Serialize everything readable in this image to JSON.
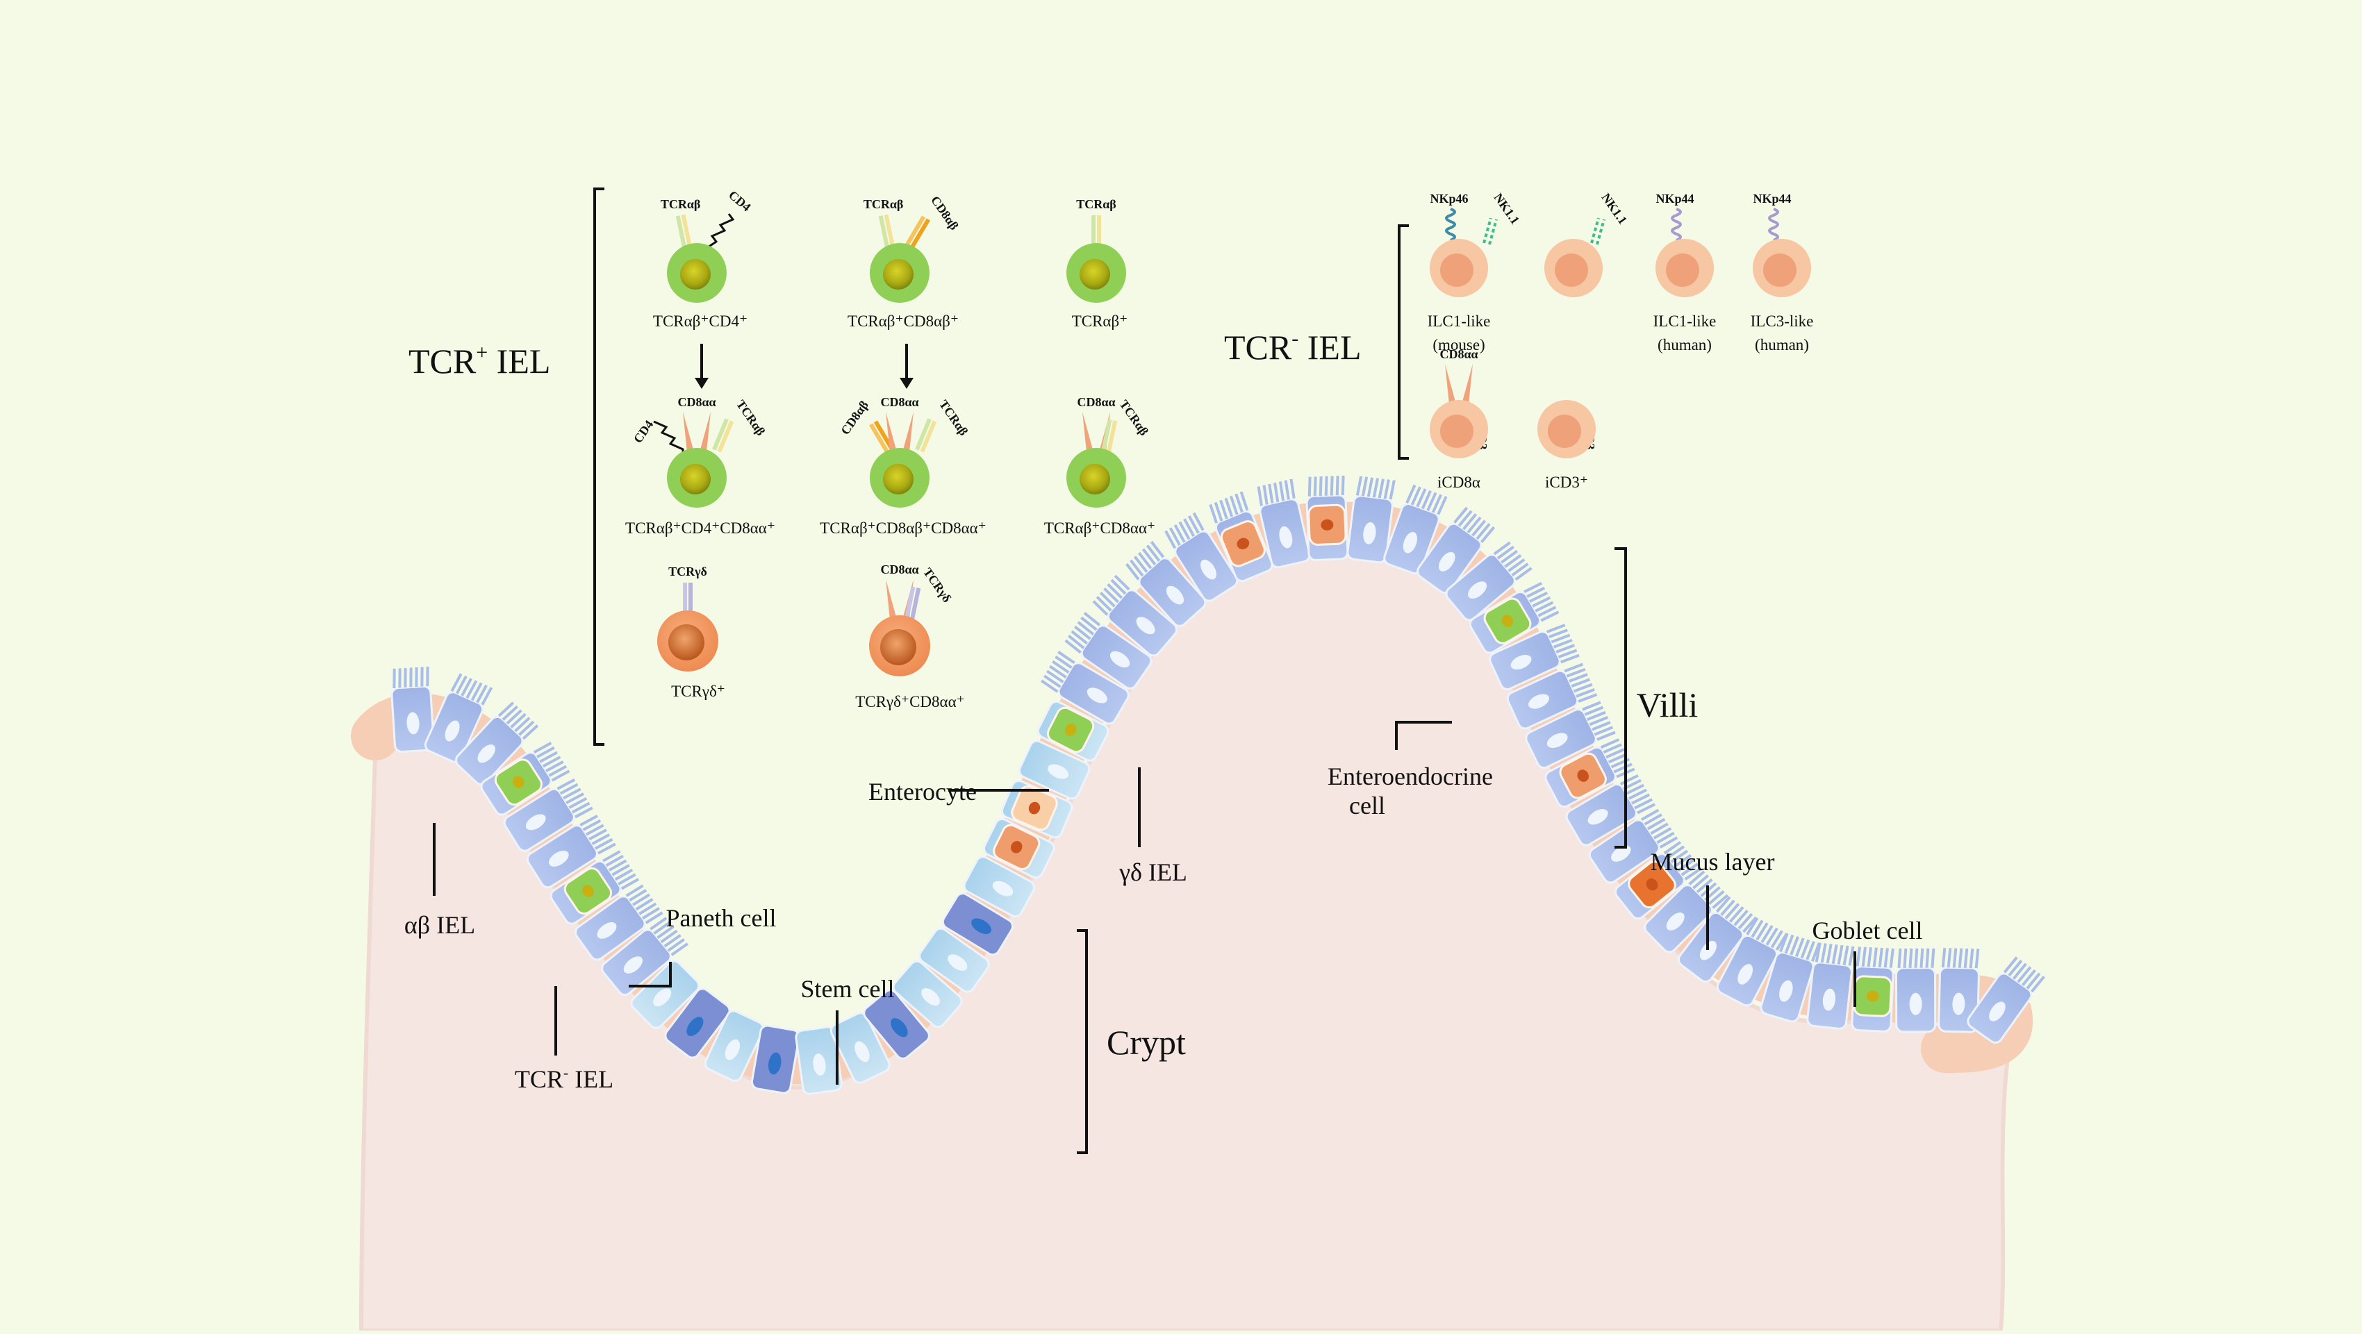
{
  "tcr_pos": {
    "title_main": "TCR",
    "title_sup": "+",
    "title_tail": " IEL",
    "cells": [
      {
        "label": "TCRαβ⁺CD4⁺",
        "receptors": [
          "TCRαβ",
          "CD4"
        ]
      },
      {
        "label": "TCRαβ⁺CD8αβ⁺",
        "receptors": [
          "TCRαβ",
          "CD8αβ"
        ]
      },
      {
        "label": "TCRαβ⁺",
        "receptors": [
          "TCRαβ"
        ]
      },
      {
        "label": "TCRαβ⁺CD4⁺CD8αα⁺",
        "receptors": [
          "CD4",
          "CD8αα",
          "TCRαβ"
        ]
      },
      {
        "label": "TCRαβ⁺CD8αβ⁺CD8αα⁺",
        "receptors": [
          "CD8αβ",
          "CD8αα",
          "TCRαβ"
        ]
      },
      {
        "label": "TCRαβ⁺CD8αα⁺",
        "receptors": [
          "CD8αα",
          "TCRαβ"
        ]
      },
      {
        "label": "TCRγδ⁺",
        "receptors": [
          "TCRγδ"
        ]
      },
      {
        "label": "TCRγδ⁺CD8αα⁺",
        "receptors": [
          "CD8αα",
          "TCRγδ"
        ]
      }
    ]
  },
  "tcr_neg": {
    "title_main": "TCR",
    "title_sup": "-",
    "title_tail": " IEL",
    "cells": [
      {
        "label1": "ILC1-like",
        "label2": "(mouse)",
        "receptors": [
          "NKp46",
          "NK1.1"
        ]
      },
      {
        "label1": "",
        "label2": "",
        "receptors": [
          "NK1.1"
        ]
      },
      {
        "label1": "ILC1-like",
        "label2": "(human)",
        "receptors": [
          "NKp44"
        ]
      },
      {
        "label1": "ILC3-like",
        "label2": "(human)",
        "receptors": [
          "NKp44"
        ]
      },
      {
        "label1": "iCD8α",
        "label2": "",
        "receptors": [
          "CD8αα",
          "CD3",
          "CD3"
        ]
      },
      {
        "label1": "iCD3⁺",
        "label2": "",
        "receptors": [
          "CD3",
          "CD3"
        ]
      }
    ]
  },
  "tissue": {
    "villi": "Villi",
    "crypt": "Crypt",
    "enterocyte": "Enterocyte",
    "gd_iel": "γδ IEL",
    "enteroendocrine_1": "Enteroendocrine",
    "enteroendocrine_2": "cell",
    "mucus": "Mucus layer",
    "goblet": "Goblet cell",
    "ab_iel": "αβ IEL",
    "paneth": "Paneth cell",
    "stem": "Stem cell",
    "tcrneg_main": "TCR",
    "tcrneg_sup": "-",
    "tcrneg_tail": " IEL"
  },
  "colors": {
    "background": "#f5fae6",
    "lamina_propria": "#f5e6e2",
    "mucus": "#f6cdb5",
    "enterocyte": "#a9bde9",
    "crypt_cell": "#b9dbef",
    "paneth_cell": "#7b8fd2",
    "ab_iel": "#8fcf55",
    "gd_iel": "#ef9763",
    "ilc": "#f7c6a2",
    "enteroendocrine": "#e8732e",
    "goblet": "#f8e09a"
  }
}
